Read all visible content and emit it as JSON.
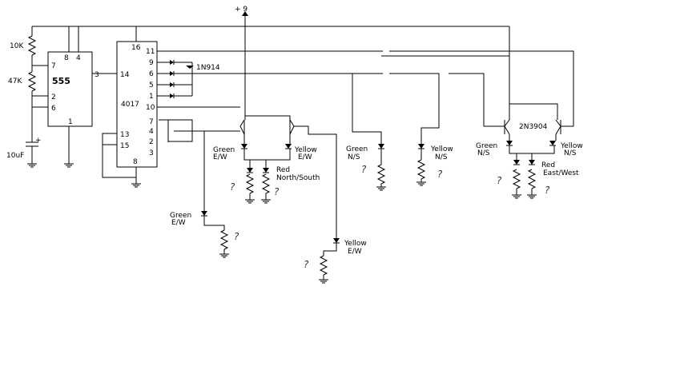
{
  "supply": "+ 9",
  "timer": {
    "chip": "555",
    "pins": {
      "p8": "8",
      "p4": "4",
      "p7": "7",
      "p3": "3",
      "p2": "2",
      "p6": "6",
      "p1": "1"
    },
    "r1": "10K",
    "r2": "47K",
    "cap": "10uF",
    "cap_plus": "+"
  },
  "counter": {
    "chip": "4017",
    "pins": {
      "p16": "16",
      "p14": "14",
      "p13": "13",
      "p15": "15",
      "p8": "8",
      "p11": "11",
      "p9": "9",
      "p6": "6",
      "p5": "5",
      "p1": "1",
      "p10": "10",
      "p7": "7",
      "p4": "4",
      "p2": "2",
      "p3": "3"
    }
  },
  "diode_type": "1N914",
  "transistor_type": "2N3904",
  "leds": {
    "green_ew_1": [
      "Green",
      "E/W"
    ],
    "yellow_ew_1": [
      "Yellow",
      "E/W"
    ],
    "red_ns": [
      "Red",
      "North/South"
    ],
    "green_ew_2": [
      "Green",
      "E/W"
    ],
    "yellow_ew_2": [
      "Yellow",
      "E/W"
    ],
    "green_ns_1": [
      "Green",
      "N/S"
    ],
    "yellow_ns_1": [
      "Yellow",
      "N/S"
    ],
    "green_ns_2": [
      "Green",
      "N/S"
    ],
    "yellow_ns_2": [
      "Yellow",
      "N/S"
    ],
    "red_ew": [
      "Red",
      "East/West"
    ]
  },
  "unknown_value": "?"
}
